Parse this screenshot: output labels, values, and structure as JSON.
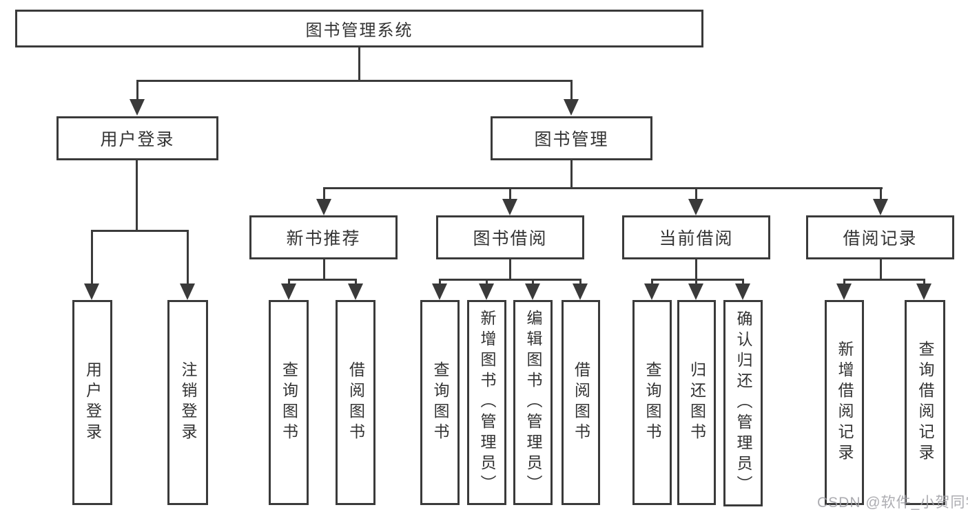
{
  "diagram": {
    "root": {
      "label": "图书管理系统"
    },
    "branches": [
      {
        "label": "用户登录",
        "children": [
          {
            "label": "用户登录"
          },
          {
            "label": "注销登录"
          }
        ]
      },
      {
        "label": "图书管理",
        "children": [
          {
            "label": "新书推荐",
            "children": [
              {
                "label": "查询图书"
              },
              {
                "label": "借阅图书"
              }
            ]
          },
          {
            "label": "图书借阅",
            "children": [
              {
                "label": "查询图书"
              },
              {
                "label": "新增图书（管理员）"
              },
              {
                "label": "编辑图书（管理员）"
              },
              {
                "label": "借阅图书"
              }
            ]
          },
          {
            "label": "当前借阅",
            "children": [
              {
                "label": "查询图书"
              },
              {
                "label": "归还图书"
              },
              {
                "label": "确认归还（管理员）"
              }
            ]
          },
          {
            "label": "借阅记录",
            "children": [
              {
                "label": "新增借阅记录"
              },
              {
                "label": "查询借阅记录"
              }
            ]
          }
        ]
      }
    ]
  },
  "watermark": {
    "text": "CSDN @软件_小贺同学"
  },
  "colors": {
    "line": "#3a3a3a",
    "box_border": "#3a3a3a",
    "text": "#333333",
    "watermark": "#9e9ea4",
    "background": "#ffffff"
  }
}
